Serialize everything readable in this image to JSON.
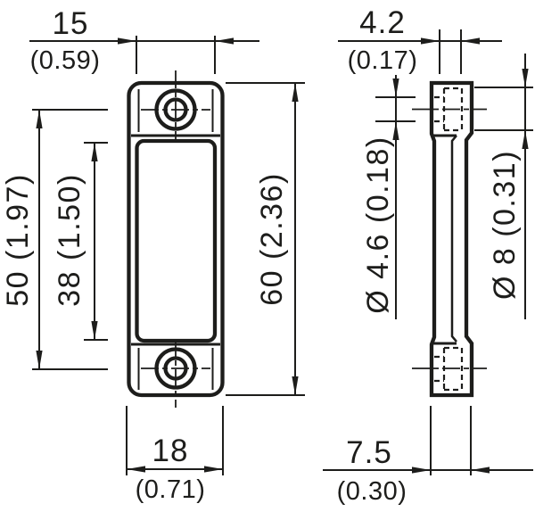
{
  "colors": {
    "line": "#1d1d1b",
    "background": "#ffffff"
  },
  "dimensions": {
    "reflector_width": {
      "mm": "15",
      "inch": "(0.59)"
    },
    "counterbore_depth": {
      "mm": "4.2",
      "inch": "(0.17)"
    },
    "hole_pitch": {
      "label": "50 (1.97)"
    },
    "reflector_height": {
      "label": "38 (1.50)"
    },
    "overall_height": {
      "label": "60 (2.36)"
    },
    "overall_width": {
      "mm": "18",
      "inch": "(0.71)"
    },
    "overall_depth": {
      "mm": "7.5",
      "inch": "(0.30)"
    },
    "hole_diameter": {
      "label": "Ø 4.6 (0.18)"
    },
    "counterbore_diameter": {
      "label": "Ø 8 (0.31)"
    }
  }
}
